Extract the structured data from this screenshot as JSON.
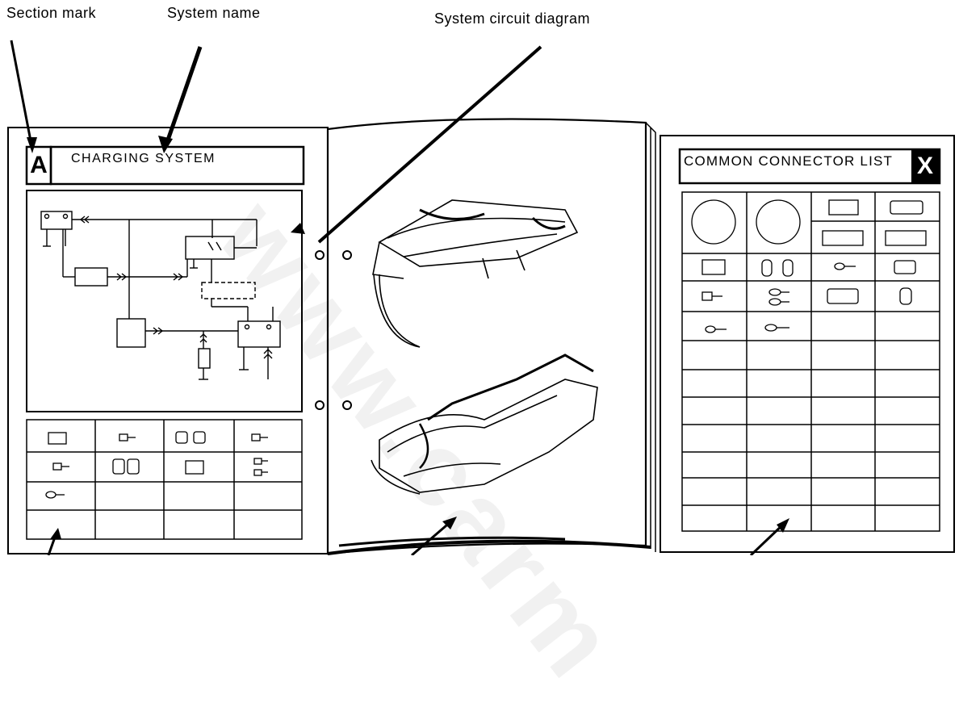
{
  "callouts": {
    "section_mark": "Section mark",
    "system_name": "System name",
    "circuit_diagram": "System circuit diagram"
  },
  "left_page": {
    "section_letter": "A",
    "system_title": "CHARGING SYSTEM"
  },
  "right_page": {
    "list_title": "COMMON CONNECTOR LIST",
    "section_letter": "X"
  },
  "watermark": "www.carm",
  "icons": [
    "connector-icon",
    "terminal-icon",
    "ring-connector-icon",
    "binder-hole-icon",
    "arrow-icon"
  ]
}
